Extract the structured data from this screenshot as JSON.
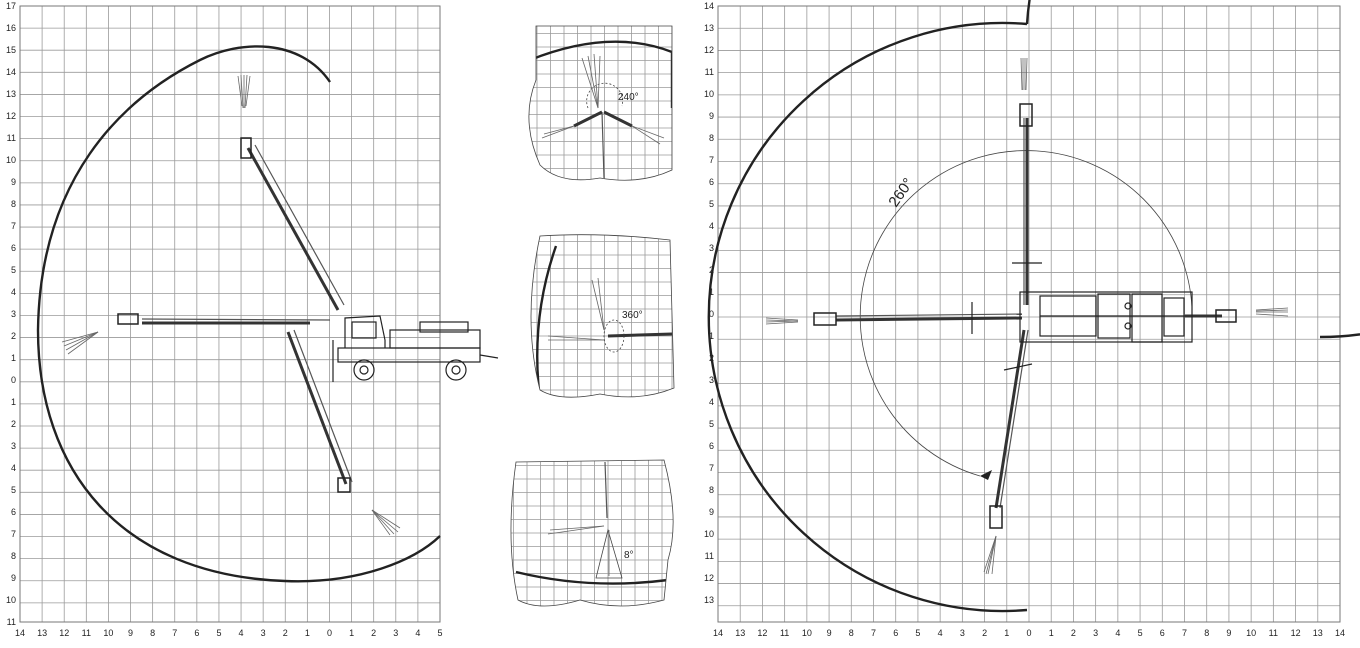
{
  "side_view": {
    "y_ticks": [
      "17",
      "16",
      "15",
      "14",
      "13",
      "12",
      "11",
      "10",
      "9",
      "8",
      "7",
      "6",
      "5",
      "4",
      "3",
      "2",
      "1",
      "0",
      "1",
      "2",
      "3",
      "4",
      "5",
      "6",
      "7",
      "8",
      "9",
      "10",
      "11"
    ],
    "x_ticks": [
      "14",
      "13",
      "12",
      "11",
      "10",
      "9",
      "8",
      "7",
      "6",
      "5",
      "4",
      "3",
      "2",
      "1",
      "0",
      "1",
      "2",
      "3",
      "4",
      "5"
    ]
  },
  "detail_views": {
    "top_angle_label": "240°",
    "middle_angle_label": "360°",
    "bottom_angle_label": "8°"
  },
  "plan_view": {
    "y_ticks": [
      "14",
      "13",
      "12",
      "11",
      "10",
      "9",
      "8",
      "7",
      "6",
      "5",
      "4",
      "3",
      "2",
      "1",
      "0",
      "1",
      "2",
      "3",
      "4",
      "5",
      "6",
      "7",
      "8",
      "9",
      "10",
      "11",
      "12",
      "13"
    ],
    "x_ticks": [
      "14",
      "13",
      "12",
      "11",
      "10",
      "9",
      "8",
      "7",
      "6",
      "5",
      "4",
      "3",
      "2",
      "1",
      "0",
      "1",
      "2",
      "3",
      "4",
      "5",
      "6",
      "7",
      "8",
      "9",
      "10",
      "11",
      "12",
      "13",
      "14"
    ],
    "slew_angle_label": "260°"
  }
}
